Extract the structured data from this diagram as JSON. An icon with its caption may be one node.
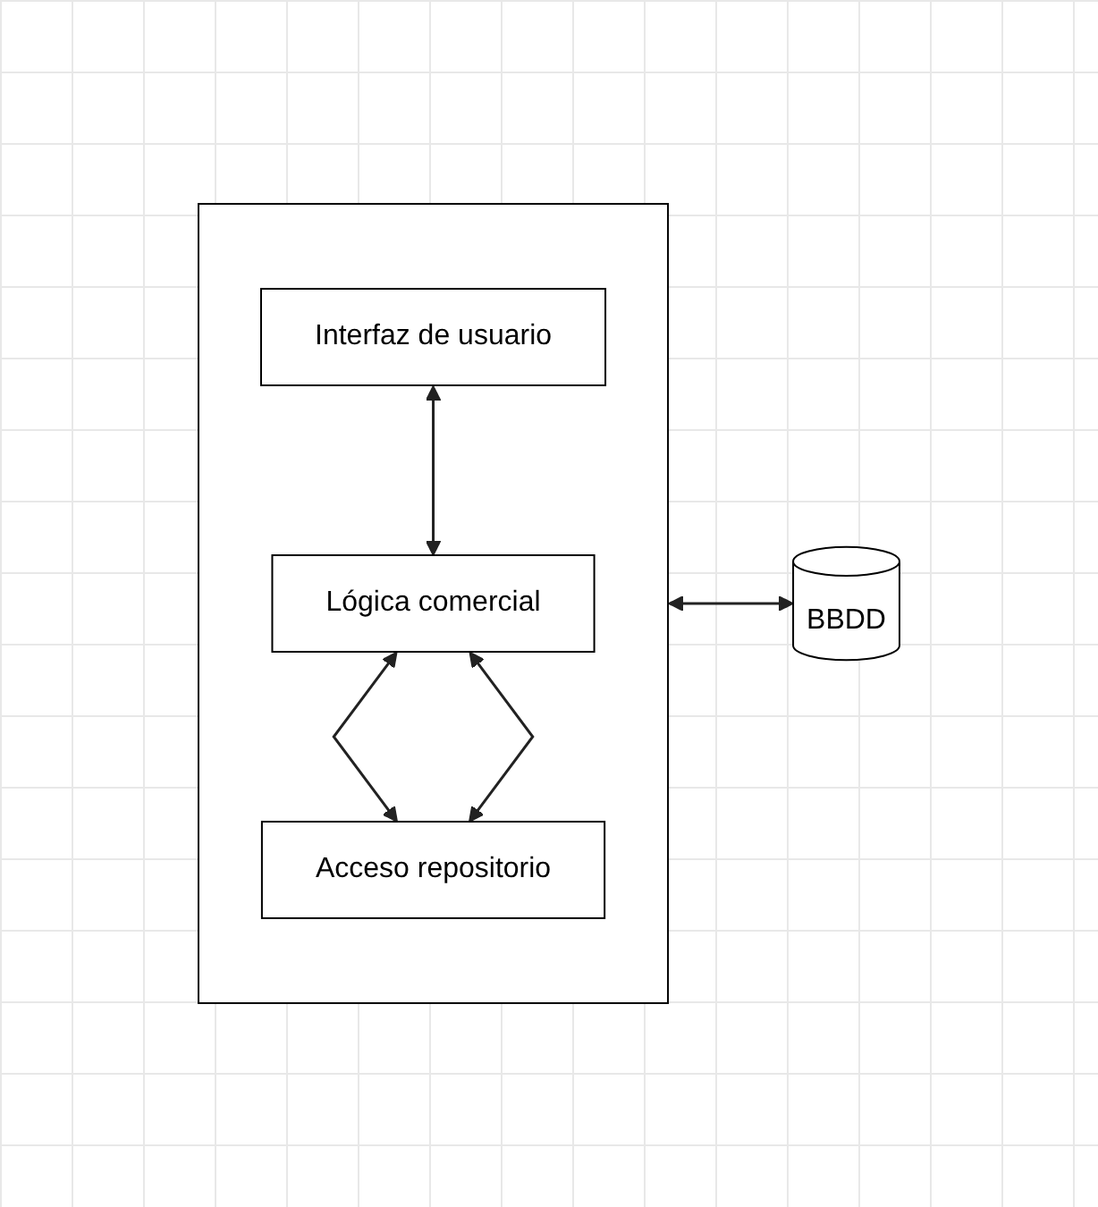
{
  "diagram": {
    "nodes": [
      {
        "text": [],
        "shape": "box"
      },
      {
        "text": [
          "Interfaz de usuario"
        ],
        "in": 0
      },
      {
        "text": [
          "Lógica comercial"
        ],
        "in": 0
      },
      {
        "text": [
          "Acceso repositorio"
        ],
        "in": 0
      },
      {
        "text": [
          "BBDD"
        ]
      }
    ],
    "edges": [
      {
        "from": 1,
        "to": 2,
        "arrow": "both"
      },
      {
        "from": 2,
        "to": 3,
        "arrow": "both"
      },
      {
        "from": 2,
        "to": 3,
        "arrow": "both"
      },
      {
        "from": 0,
        "to": 4,
        "arrow": "both"
      }
    ]
  }
}
